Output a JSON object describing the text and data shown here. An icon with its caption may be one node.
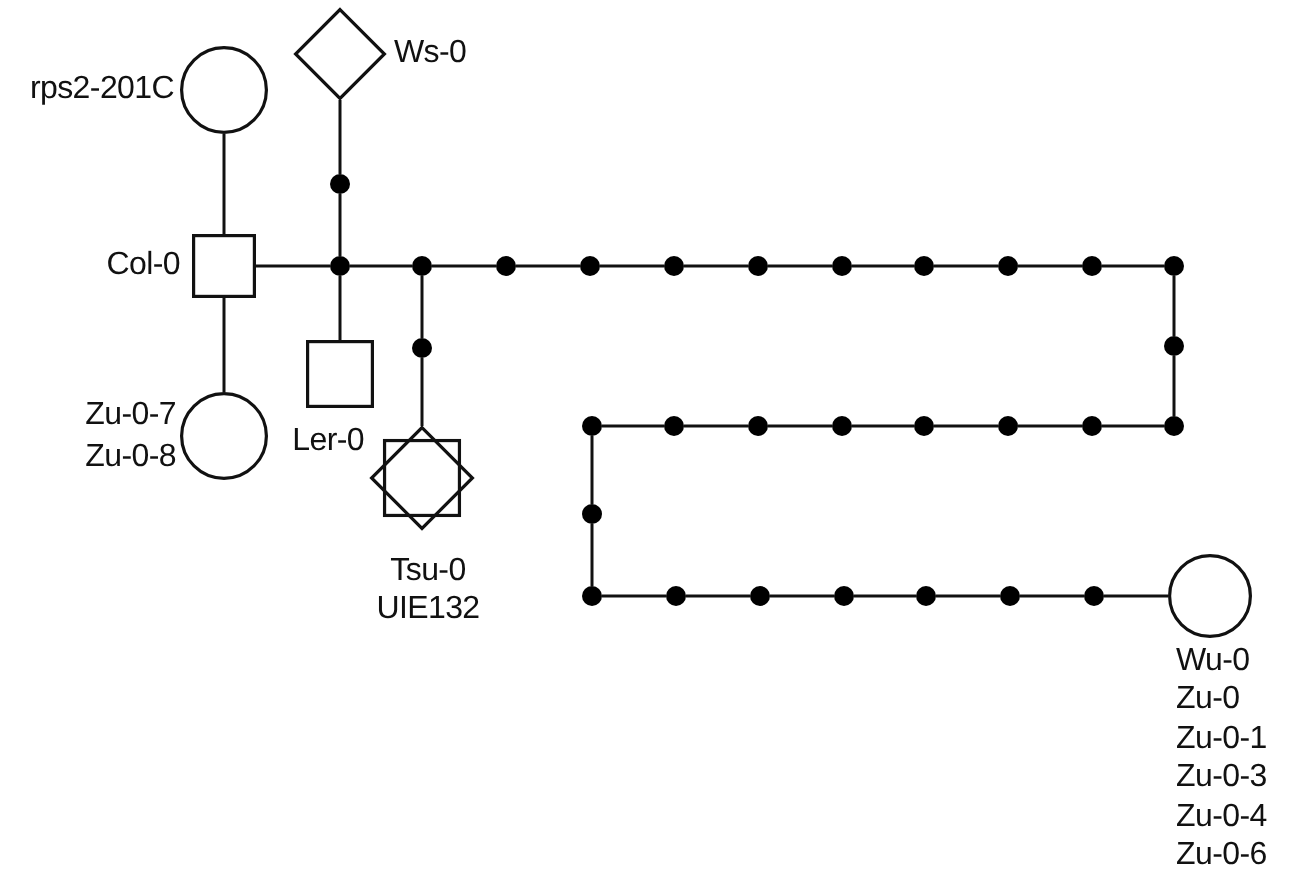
{
  "diagram": {
    "nodes": [
      {
        "text": [
          "Ws-0"
        ]
      },
      {
        "text": [
          "rps2-201C"
        ]
      },
      {
        "text": [
          "Col-0"
        ]
      },
      {
        "text": [
          "Ler-0"
        ]
      },
      {
        "text": [
          "Zu-0-7",
          "Zu-0-8"
        ]
      },
      {
        "text": [
          "Tsu-0",
          "UIE132"
        ]
      },
      {
        "text": [
          "Wu-0",
          "Zu-0",
          "Zu-0-1",
          "Zu-0-3",
          "Zu-0-4",
          "Zu-0-6"
        ]
      },
      {
        "text": [],
        "shape": "dot"
      },
      {
        "text": [],
        "shape": "dot"
      },
      {
        "text": [],
        "shape": "dot"
      },
      {
        "text": [],
        "shape": "dot"
      },
      {
        "text": [],
        "shape": "dot"
      },
      {
        "text": [],
        "shape": "dot"
      },
      {
        "text": [],
        "shape": "dot"
      },
      {
        "text": [],
        "shape": "dot"
      },
      {
        "text": [],
        "shape": "dot"
      },
      {
        "text": [],
        "shape": "dot"
      },
      {
        "text": [],
        "shape": "dot"
      },
      {
        "text": [],
        "shape": "dot"
      },
      {
        "text": [],
        "shape": "dot"
      },
      {
        "text": [],
        "shape": "dot"
      },
      {
        "text": [],
        "shape": "dot"
      },
      {
        "text": [],
        "shape": "dot"
      },
      {
        "text": [],
        "shape": "dot"
      },
      {
        "text": [],
        "shape": "dot"
      },
      {
        "text": [],
        "shape": "dot"
      },
      {
        "text": [],
        "shape": "dot"
      },
      {
        "text": [],
        "shape": "dot"
      },
      {
        "text": [],
        "shape": "dot"
      },
      {
        "text": [],
        "shape": "dot"
      },
      {
        "text": [],
        "shape": "dot"
      },
      {
        "text": [],
        "shape": "dot"
      },
      {
        "text": [],
        "shape": "dot"
      },
      {
        "text": [],
        "shape": "dot"
      },
      {
        "text": [],
        "shape": "dot"
      },
      {
        "text": [],
        "shape": "dot"
      },
      {
        "text": [],
        "shape": "dot"
      }
    ],
    "edges": [
      {
        "from": 0,
        "to": 7,
        "arrow": "none"
      },
      {
        "from": 7,
        "to": 8,
        "arrow": "none"
      },
      {
        "from": 1,
        "to": 2,
        "arrow": "none"
      },
      {
        "from": 2,
        "to": 4,
        "arrow": "none"
      },
      {
        "from": 2,
        "to": 8,
        "arrow": "none"
      },
      {
        "from": 8,
        "to": 3,
        "arrow": "none"
      },
      {
        "from": 8,
        "to": 9,
        "arrow": "none"
      },
      {
        "from": 9,
        "to": 10,
        "arrow": "none"
      },
      {
        "from": 10,
        "to": 5,
        "arrow": "none"
      },
      {
        "from": 9,
        "to": 11,
        "arrow": "none"
      },
      {
        "from": 11,
        "to": 12,
        "arrow": "none"
      },
      {
        "from": 12,
        "to": 13,
        "arrow": "none"
      },
      {
        "from": 13,
        "to": 14,
        "arrow": "none"
      },
      {
        "from": 14,
        "to": 15,
        "arrow": "none"
      },
      {
        "from": 15,
        "to": 16,
        "arrow": "none"
      },
      {
        "from": 16,
        "to": 17,
        "arrow": "none"
      },
      {
        "from": 17,
        "to": 18,
        "arrow": "none"
      },
      {
        "from": 18,
        "to": 19,
        "arrow": "none"
      },
      {
        "from": 19,
        "to": 20,
        "arrow": "none"
      },
      {
        "from": 20,
        "to": 21,
        "arrow": "none"
      },
      {
        "from": 21,
        "to": 22,
        "arrow": "none"
      },
      {
        "from": 22,
        "to": 23,
        "arrow": "none"
      },
      {
        "from": 23,
        "to": 24,
        "arrow": "none"
      },
      {
        "from": 24,
        "to": 25,
        "arrow": "none"
      },
      {
        "from": 25,
        "to": 26,
        "arrow": "none"
      },
      {
        "from": 26,
        "to": 27,
        "arrow": "none"
      },
      {
        "from": 27,
        "to": 28,
        "arrow": "none"
      },
      {
        "from": 28,
        "to": 29,
        "arrow": "none"
      },
      {
        "from": 29,
        "to": 30,
        "arrow": "none"
      },
      {
        "from": 30,
        "to": 31,
        "arrow": "none"
      },
      {
        "from": 31,
        "to": 32,
        "arrow": "none"
      },
      {
        "from": 32,
        "to": 33,
        "arrow": "none"
      },
      {
        "from": 33,
        "to": 34,
        "arrow": "none"
      },
      {
        "from": 34,
        "to": 35,
        "arrow": "none"
      },
      {
        "from": 35,
        "to": 36,
        "arrow": "none"
      },
      {
        "from": 36,
        "to": 6,
        "arrow": "none"
      }
    ]
  }
}
